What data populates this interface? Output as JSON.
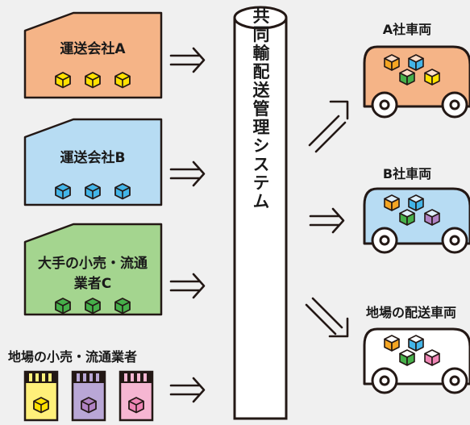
{
  "colors": {
    "background": "#f0f0f0",
    "company_a": "#f5b487",
    "company_b": "#b7dcf3",
    "retailer": "#a4d58f",
    "outline": "#231815",
    "cube_yellow": "#ffe100",
    "cube_orange": "#f5a623",
    "cube_blue": "#43b5e8",
    "cube_green": "#46b04a",
    "cube_purple": "#b083c4",
    "cube_pink": "#ef86b6",
    "shop_purple": "#b9a7d6",
    "shop_pink": "#f6b6d2",
    "shop_yellow": "#fff07a"
  },
  "senders": [
    {
      "label": "運送会社A",
      "box_color": "orange"
    },
    {
      "label": "運送会社B",
      "box_color": "blue"
    },
    {
      "label": "大手の小売・流通",
      "label2": "業者C",
      "box_color": "green"
    }
  ],
  "local_group": {
    "label": "地場の小売・流通業者"
  },
  "system": {
    "label": "共同輸配送管理システム"
  },
  "vehicles": [
    {
      "label": "A社車両"
    },
    {
      "label": "B社車両"
    },
    {
      "label": "地場の配送車両"
    }
  ]
}
